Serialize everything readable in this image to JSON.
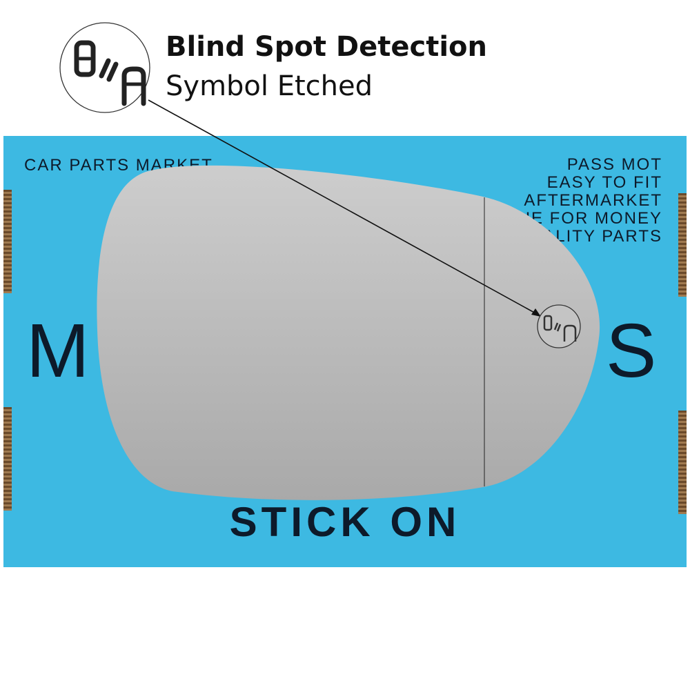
{
  "callout": {
    "title": "Blind Spot Detection",
    "subtitle": "Symbol Etched",
    "icon": "blind-spot-car-icon"
  },
  "box": {
    "brand": "CAR PARTS MARKET",
    "features": [
      "PASS MOT",
      "EASY TO FIT",
      "AFTERMARKET",
      "VALUE FOR MONEY",
      "QUALITY PARTS"
    ],
    "big_left": "M",
    "big_right": "S",
    "stick_on": "STICK ON",
    "color": "#3db9e2"
  },
  "mirror": {
    "color": "#b8b8b8"
  }
}
